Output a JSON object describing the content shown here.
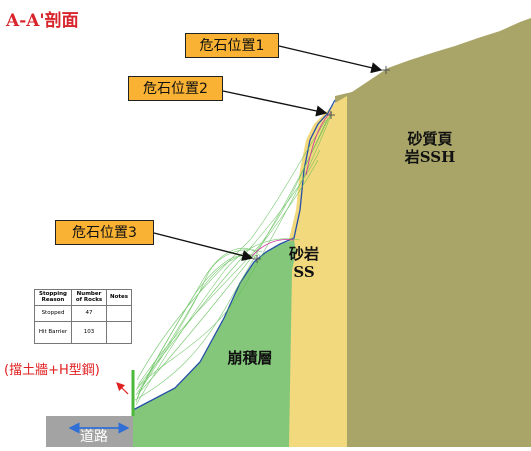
{
  "title": "A-A'剖面",
  "callouts": [
    {
      "label": "危石位置1"
    },
    {
      "label": "危石位置2"
    },
    {
      "label": "危石位置3"
    }
  ],
  "layers": {
    "sandy_shale_line1": "砂質頁",
    "sandy_shale_line2": "岩SSH",
    "sandstone_line1": "砂岩",
    "sandstone_line2": "SS",
    "colluvium": "崩積層"
  },
  "wall_label": "(擋土牆+H型鋼)",
  "road_label": "道路",
  "stats_table": {
    "headers": [
      "Stopping Reason",
      "Number of Rocks",
      "Notes"
    ],
    "rows": [
      [
        "Stopped",
        "47",
        ""
      ],
      [
        "Hit Barrier",
        "103",
        ""
      ]
    ]
  },
  "colors": {
    "shale": "#a9a568",
    "sandstone": "#f3d97e",
    "colluvium": "#84c77b",
    "road": "#a3a3a3",
    "callout_fill": "#f9b233",
    "title_red": "#d8242b",
    "wall": "#4bb83c",
    "trajectory_green": "#5fbf55",
    "trajectory_magenta": "#d0309c",
    "trajectory_blue": "#2550a8"
  }
}
